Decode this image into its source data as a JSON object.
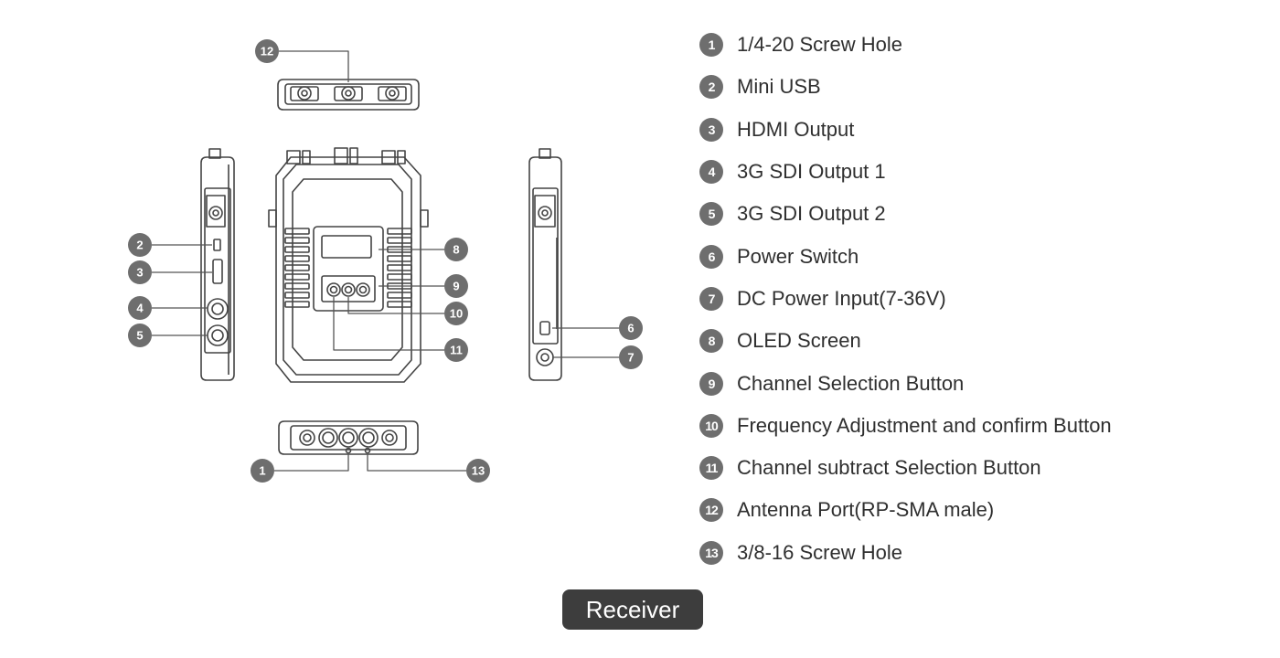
{
  "parts": [
    {
      "num": "1",
      "label": "1/4-20 Screw Hole"
    },
    {
      "num": "2",
      "label": "Mini USB"
    },
    {
      "num": "3",
      "label": "HDMI Output"
    },
    {
      "num": "4",
      "label": "3G SDI Output 1"
    },
    {
      "num": "5",
      "label": "3G SDI Output 2"
    },
    {
      "num": "6",
      "label": "Power Switch"
    },
    {
      "num": "7",
      "label": "DC Power Input(7-36V)"
    },
    {
      "num": "8",
      "label": "OLED Screen"
    },
    {
      "num": "9",
      "label": "Channel Selection Button"
    },
    {
      "num": "10",
      "label": "Frequency Adjustment and confirm Button"
    },
    {
      "num": "11",
      "label": "Channel subtract Selection Button"
    },
    {
      "num": "12",
      "label": "Antenna Port(RP-SMA male)"
    },
    {
      "num": "13",
      "label": "3/8-16 Screw Hole"
    }
  ],
  "callouts": [
    "12",
    "2",
    "3",
    "4",
    "5",
    "8",
    "9",
    "10",
    "11",
    "6",
    "7",
    "1",
    "13"
  ],
  "caption": "Receiver",
  "colors": {
    "line": "#444444",
    "badge": "#6e6e6e",
    "caption_bg": "#3d3d3d"
  }
}
